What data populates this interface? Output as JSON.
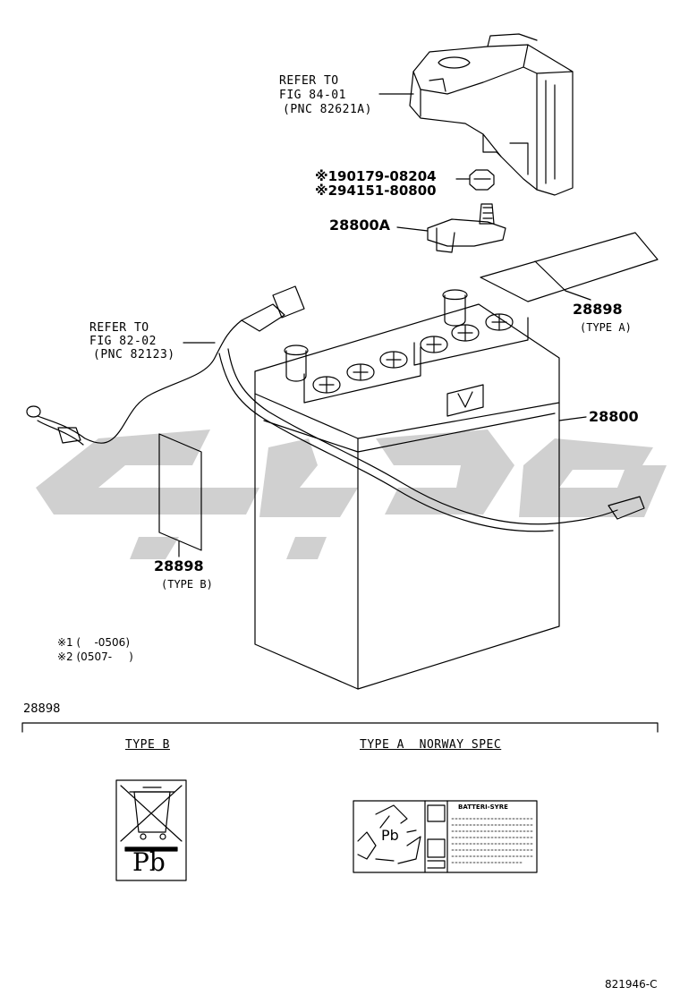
{
  "watermark": {
    "color": "#d0d0d0"
  },
  "labels": {
    "ref_84": {
      "line1": "REFER TO",
      "line2": "FIG 84-01",
      "line3": "(PNC 82621A)"
    },
    "bolt1": "※190179-08204",
    "bolt2": "※294151-80800",
    "clamp": "28800A",
    "label_a": {
      "num": "28898",
      "type": "(TYPE A)"
    },
    "ref_82": {
      "line1": "REFER TO",
      "line2": "FIG 82-02",
      "line3": "(PNC 82123)"
    },
    "battery": "28800",
    "label_b": {
      "num": "28898",
      "type": "(TYPE B)"
    },
    "notes": {
      "n1": "※1 (    -0506)",
      "n2": "※2 (0507-     )"
    }
  },
  "detail": {
    "section_title": "28898",
    "type_b_title": "TYPE B",
    "type_a_title": "TYPE A  NORWAY SPEC",
    "pb_text": "Pb",
    "norway_pb": "Pb",
    "norway_heading": "BATTERI-SYRE"
  },
  "footer": {
    "code": "821946-C"
  }
}
